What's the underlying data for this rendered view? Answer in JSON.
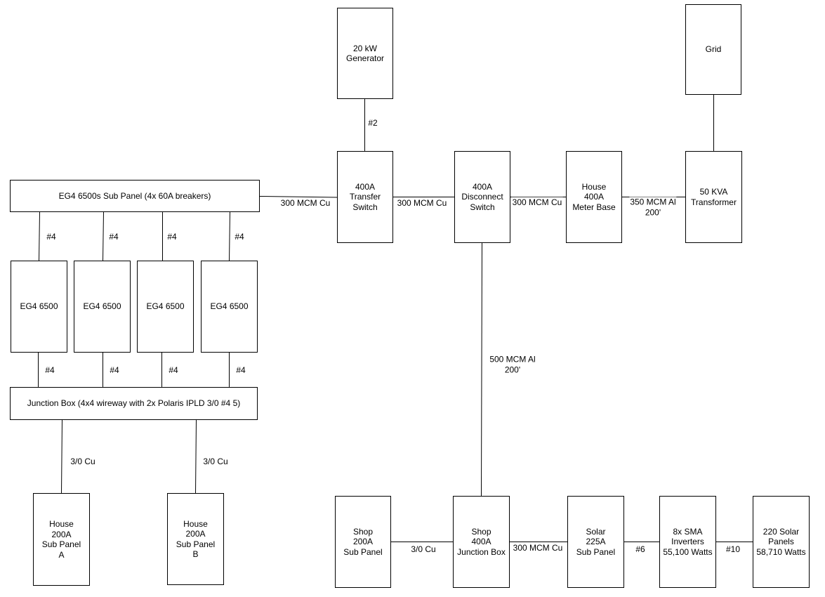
{
  "nodes": {
    "generator": "20 kW\nGenerator",
    "grid": "Grid",
    "sub_panel_eg4": "EG4 6500s Sub Panel (4x 60A breakers)",
    "transfer_switch": "400A\nTransfer\nSwitch",
    "disconnect_switch": "400A\nDisconnect\nSwitch",
    "meter_base": "House\n400A\nMeter Base",
    "transformer": "50 KVA\nTransformer",
    "eg4_1": "EG4 6500",
    "eg4_2": "EG4 6500",
    "eg4_3": "EG4 6500",
    "eg4_4": "EG4 6500",
    "junction_box": "Junction Box (4x4 wireway with 2x Polaris IPLD 3/0 #4 5)",
    "house_sub_a": "House\n200A\nSub Panel\nA",
    "house_sub_b": "House\n200A\nSub Panel\nB",
    "shop_sub": "Shop\n200A\nSub Panel",
    "shop_junction": "Shop\n400A\nJunction Box",
    "solar_sub": "Solar\n225A\nSub Panel",
    "inverters": "8x SMA\nInverters\n55,100 Watts",
    "solar_panels": "220 Solar\nPanels\n58,710 Watts"
  },
  "edges": {
    "gen_to_transfer": "#2",
    "subpanel_to_transfer": "300 MCM Cu",
    "transfer_to_disconnect": "300 MCM Cu",
    "disconnect_to_meter": "300 MCM Cu",
    "meter_to_transformer": "350 MCM Al\n200'",
    "subpanel_to_eg4_1": "#4",
    "subpanel_to_eg4_2": "#4",
    "subpanel_to_eg4_3": "#4",
    "subpanel_to_eg4_4": "#4",
    "eg4_1_to_jb": "#4",
    "eg4_2_to_jb": "#4",
    "eg4_3_to_jb": "#4",
    "eg4_4_to_jb": "#4",
    "jb_to_house_a": "3/0 Cu",
    "jb_to_house_b": "3/0 Cu",
    "disconnect_to_shop": "500 MCM Al\n200'",
    "shop_sub_to_junction": "3/0 Cu",
    "junction_to_solar_sub": "300 MCM Cu",
    "solar_sub_to_inverters": "#6",
    "inverters_to_panels": "#10"
  }
}
